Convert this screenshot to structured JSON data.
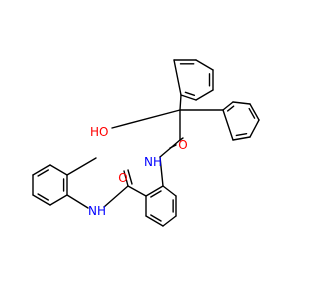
{
  "molecule": {
    "atom_labels": {
      "hydroxyl": "HO",
      "carbonyl_oxygen_top": "O",
      "amide_nh_top": "NH",
      "carbonyl_oxygen_left": "O",
      "amide_nh_left": "NH"
    }
  },
  "colors": {
    "bond": "#000000",
    "oxygen": "#ff0000",
    "nitrogen": "#0000ff",
    "hydrogen_on_heteroatom": "#000000",
    "background": "#ffffff"
  }
}
